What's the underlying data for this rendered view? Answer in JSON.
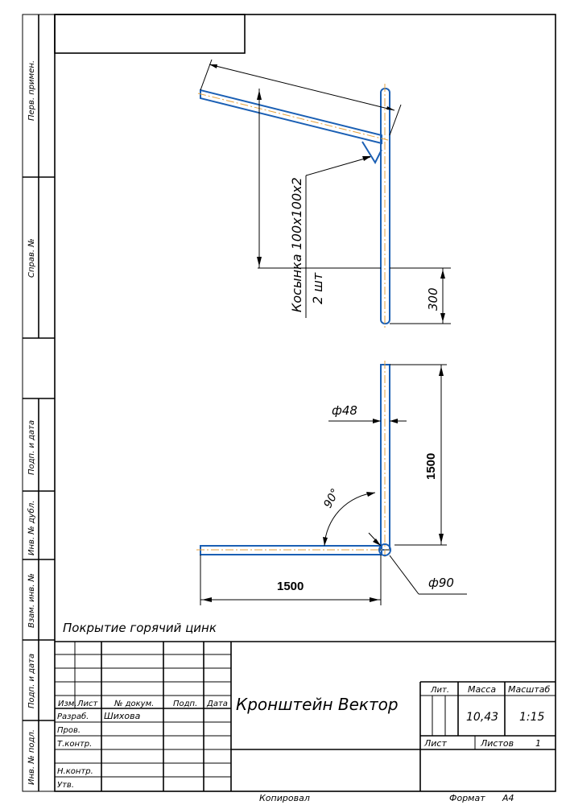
{
  "drawing": {
    "top_view": {
      "label_gusset": "Косынка 100х100х2",
      "label_qty": "2 шт",
      "dim_300": "300"
    },
    "bottom_view": {
      "dim_d48": "ф48",
      "dim_1500_v": "1500",
      "dim_1500_h": "1500",
      "angle": "90°",
      "dim_d90": "ф90"
    },
    "coating_note": "Покрытие горячий цинк"
  },
  "side_stamps": [
    "Перв. примен.",
    "Справ. №",
    "Подп. и дата",
    "Инв. № дубл.",
    "Взам. инв. №",
    "Подп. и дата",
    "Инв. № подл."
  ],
  "title_block": {
    "headers": [
      "Изм.",
      "Лист",
      "№ докум.",
      "Подп.",
      "Дата"
    ],
    "rows": [
      "Разраб.",
      "Пров.",
      "Т.контр.",
      "",
      "Н.контр.",
      "Утв."
    ],
    "developer": "Шихова",
    "title": "Кронштейн Вектор",
    "col_lit": "Лит.",
    "col_mass": "Масса",
    "col_scale": "Масштаб",
    "mass": "10,43",
    "scale": "1:15",
    "sheet_label": "Лист",
    "sheets_label": "Листов",
    "sheets": "1"
  },
  "footer": {
    "copied": "Копировал",
    "format_label": "Формат",
    "format": "А4"
  }
}
